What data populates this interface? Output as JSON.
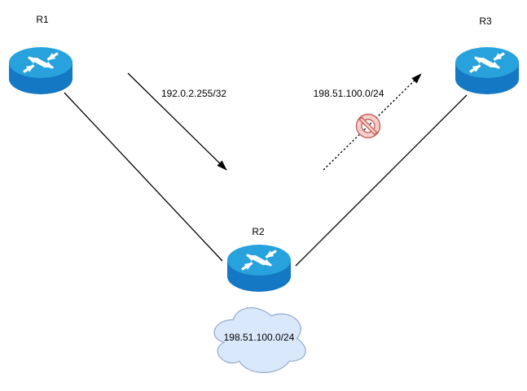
{
  "diagram": {
    "routers": [
      {
        "id": "R1",
        "label": "R1"
      },
      {
        "id": "R2",
        "label": "R2"
      },
      {
        "id": "R3",
        "label": "R3"
      }
    ],
    "links": [
      {
        "from": "R1",
        "to": "R2",
        "style": "solid"
      },
      {
        "from": "R2",
        "to": "R3",
        "style": "solid"
      }
    ],
    "flows": [
      {
        "id": "advertised-prefix",
        "label": "192.0.2.255/32",
        "style": "solid-arrow",
        "blocked": false
      },
      {
        "id": "blocked-prefix",
        "label": "198.51.100.0/24",
        "style": "dashed-arrow",
        "blocked": true
      }
    ],
    "cloud": {
      "label": "198.51.100.0/24"
    },
    "colors": {
      "router_top": "#27A2DC",
      "router_body": "#1478C4",
      "router_arrows": "#FFFFFF",
      "cloud_fill": "#DAE8FC",
      "cloud_stroke": "#93A9CC",
      "blocked_sign_fill": "#F8CECC",
      "blocked_sign_stroke": "#C4625C",
      "connector": "#000000"
    }
  }
}
